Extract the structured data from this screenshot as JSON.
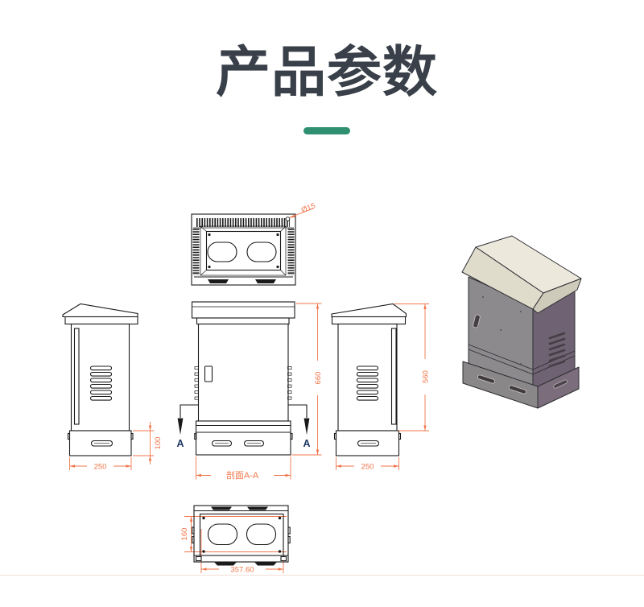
{
  "header": {
    "title": "产品参数"
  },
  "colors": {
    "title_text": "#394049",
    "accent_underline": "#2E9070",
    "dimension": "#F0764A",
    "drawing_line": "#1A1A1A",
    "section_marker": "#1F3864",
    "render_roof": "#ECE8DC",
    "render_front": "#8C8A8D",
    "render_side": "#6F6272"
  },
  "drawing": {
    "top_view": {
      "hole_diameter": "Ø15"
    },
    "left_view": {
      "base_height": "100",
      "depth": "250"
    },
    "front_view": {
      "height": "660",
      "section_label": "剖面A-A",
      "marker_left": "A",
      "marker_right": "A"
    },
    "right_view": {
      "height": "560",
      "depth": "250"
    },
    "bottom_view": {
      "depth": "160",
      "width": "357.60"
    }
  }
}
